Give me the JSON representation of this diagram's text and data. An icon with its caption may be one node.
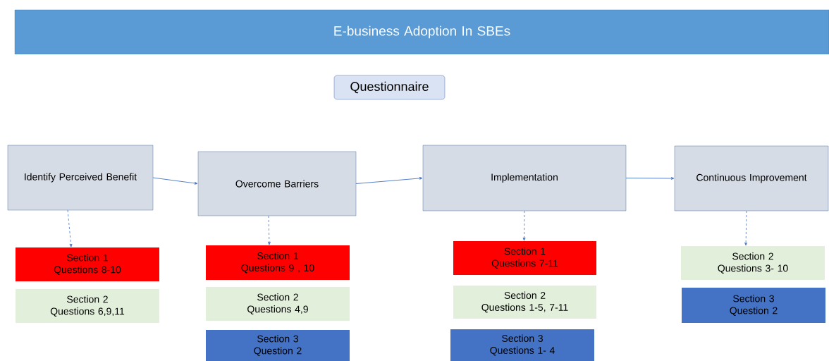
{
  "diagram": {
    "nodes": [
      {
        "text": [
          "E-business Adoption In SBEs"
        ]
      },
      {
        "text": [
          "Questionnaire"
        ]
      },
      {
        "text": [
          "Identify Perceived Benefit"
        ]
      },
      {
        "text": [
          "Overcome Barriers"
        ]
      },
      {
        "text": [
          "Implementation"
        ]
      },
      {
        "text": [
          "Continuous Improvement"
        ]
      },
      {
        "text": [
          "Section 1",
          "Questions 8-10"
        ]
      },
      {
        "text": [
          "Section 2",
          "Questions 6,9,11"
        ]
      },
      {
        "text": [
          "Section 1",
          "Questions 9 , 10"
        ]
      },
      {
        "text": [
          "Section 2",
          "Questions  4,9"
        ]
      },
      {
        "text": [
          "Section 3",
          "Question 2"
        ]
      },
      {
        "text": [
          "Section 1",
          "Questions 7-11"
        ]
      },
      {
        "text": [
          "Section 2",
          "Questions 1-5, 7-11"
        ]
      },
      {
        "text": [
          "Section 3",
          "Questions 1- 4"
        ]
      },
      {
        "text": [
          "Section 2",
          "Questions 3- 10"
        ]
      },
      {
        "text": [
          "Section 3",
          "Question 2"
        ]
      }
    ],
    "edges": [
      {
        "from": 2,
        "to": 3,
        "arrow": "to"
      },
      {
        "from": 3,
        "to": 4,
        "arrow": "to"
      },
      {
        "from": 4,
        "to": 5,
        "arrow": "to"
      },
      {
        "from": 2,
        "to": 6,
        "arrow": "to",
        "style": "dashed"
      },
      {
        "from": 3,
        "to": 8,
        "arrow": "to",
        "style": "dashed"
      },
      {
        "from": 4,
        "to": 11,
        "arrow": "to",
        "style": "dashed"
      },
      {
        "from": 5,
        "to": 14,
        "arrow": "to",
        "style": "dashed"
      }
    ]
  }
}
